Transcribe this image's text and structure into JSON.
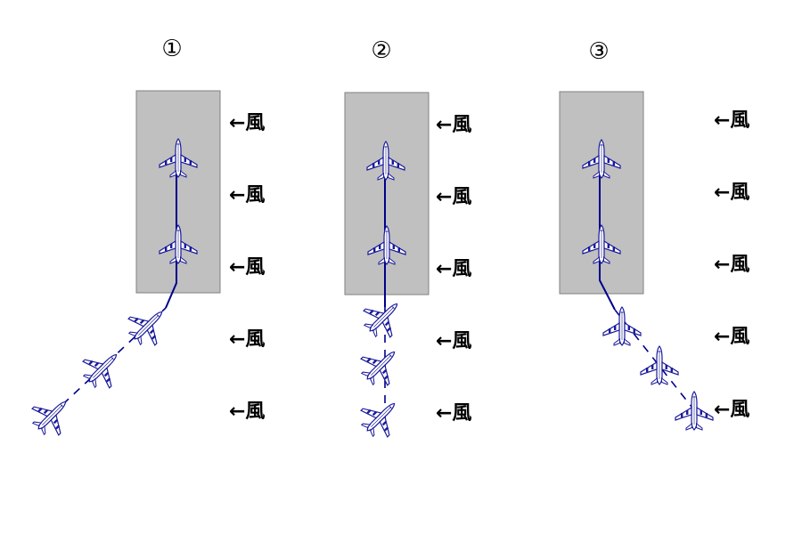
{
  "colors": {
    "runway": "#c0c0c0",
    "aircraft": "#1a1a9a",
    "track": "#00008b",
    "text": "#000000"
  },
  "icon": "airplane-icon",
  "wind_label": "←風",
  "panels": [
    {
      "id": "1",
      "label": "①",
      "approach": "crab"
    },
    {
      "id": "2",
      "label": "②",
      "approach": "crab-aligned"
    },
    {
      "id": "3",
      "label": "③",
      "approach": "drift"
    }
  ]
}
